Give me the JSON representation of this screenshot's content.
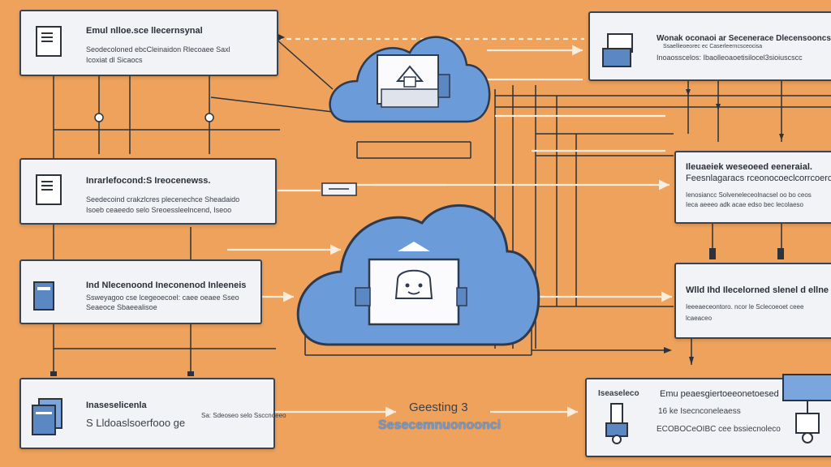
{
  "cards": {
    "top_left": {
      "title": "Emul nlloe.sce llecernsynal",
      "line1": "Seodecoloned ebcCleinaidon Rlecoaee Saxl",
      "line2": "Icoxiat dl Sicaocs"
    },
    "mid_left": {
      "title": "Inrarlefocond:S Ireocenewss.",
      "line1": "Seedecoind crakzlcres plecenechce Sheadaido",
      "line2": "Isoeb ceaeedo selo Sreoessleelncend, Iseoo"
    },
    "lower_left": {
      "title": "Ind Nlecenoond Ineconenod Inleeneis",
      "line1": "Ssweyagoo cse lcegeoecoel: caee oeaee Sseo",
      "line2": "Seaeoce Sbaeealisoe"
    },
    "bottom_left": {
      "title": "Inaseselicenla",
      "line1": "S Lldoaslsoerfooo ge",
      "line2": "Sa: Sdeoseo selo Ssccnoeeo"
    },
    "top_right": {
      "title": "Wonak oconaoi ar Secenerace Dlecensooncsan",
      "line1": "Ssaellieoeorec ec Caserleerncsceocisa",
      "line2": "Inoaosscelos: Ibaolleoaoetisilocel3sioiuscscc"
    },
    "mid_right": {
      "title": "Ileuaeiek weseoeed eeneraial.",
      "line1": "Feesnlagaracs  rceonocoeclcorrcoerc",
      "line2": "Ienosiancc Solveneleceolnacsel oo bo ceos",
      "line3": "Ieca aeeeo adk acae edso bec lecolaeso"
    },
    "lower_right": {
      "title": "Wlld Ihd Ilecelorned slenel d ellne ossrne",
      "line1": "Ieeeaeceontoro. ncor le Sclecoeoet ceee",
      "line2": "lcaeaceo"
    },
    "bottom_right": {
      "col1_label": "Iseaseleco",
      "col2_title": "Emu peaesgiertoeeonetoesed",
      "col2_line1": "16 ke Isecnconeleaess",
      "col2_line2": "ECOBOCeOIBC cee bssiecnoleco"
    }
  },
  "center_label": {
    "line1": "Geesting 3",
    "line2": "Sesecemnuonoonci"
  },
  "icons": [
    "document-icon",
    "server-icon",
    "cloud-icon",
    "lock-icon",
    "screen-face-icon",
    "monitor-icon",
    "connector-icon"
  ],
  "colors": {
    "background": "#eea25c",
    "cloud": "#6b9bd8",
    "cloud_stroke": "#2e3a4e",
    "card": "#f1f3f7",
    "line": "#2d333c",
    "arrow": "#fbeede"
  }
}
